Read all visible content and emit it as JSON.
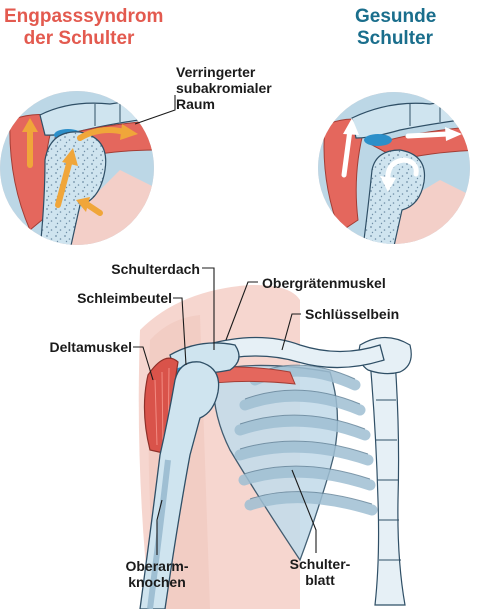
{
  "titles": {
    "impingement_line1": "Engpasssyndrom",
    "impingement_line2": "der Schulter",
    "healthy_line1": "Gesunde",
    "healthy_line2": "Schulter"
  },
  "callouts": {
    "reduced_space_line1": "Verringerter",
    "reduced_space_line2": "subakromialer",
    "reduced_space_line3": "Raum"
  },
  "labels": {
    "acromion": "Schulterdach",
    "supraspinatus": "Obergrätenmuskel",
    "bursa": "Schleimbeutel",
    "clavicle": "Schlüsselbein",
    "deltoid": "Deltamuskel",
    "humerus_line1": "Oberarm-",
    "humerus_line2": "knochen",
    "scapula_line1": "Schulter-",
    "scapula_line2": "blatt"
  },
  "colors": {
    "impingement_title": "#e35a4f",
    "healthy_title": "#1a6e8c",
    "bone": "#cfe4ef",
    "bone_outline": "#2f4f66",
    "muscle": "#e4675d",
    "arrow_impingement": "#f0a63a",
    "arrow_healthy": "#ffffff",
    "skin": "#f6d6cf"
  }
}
